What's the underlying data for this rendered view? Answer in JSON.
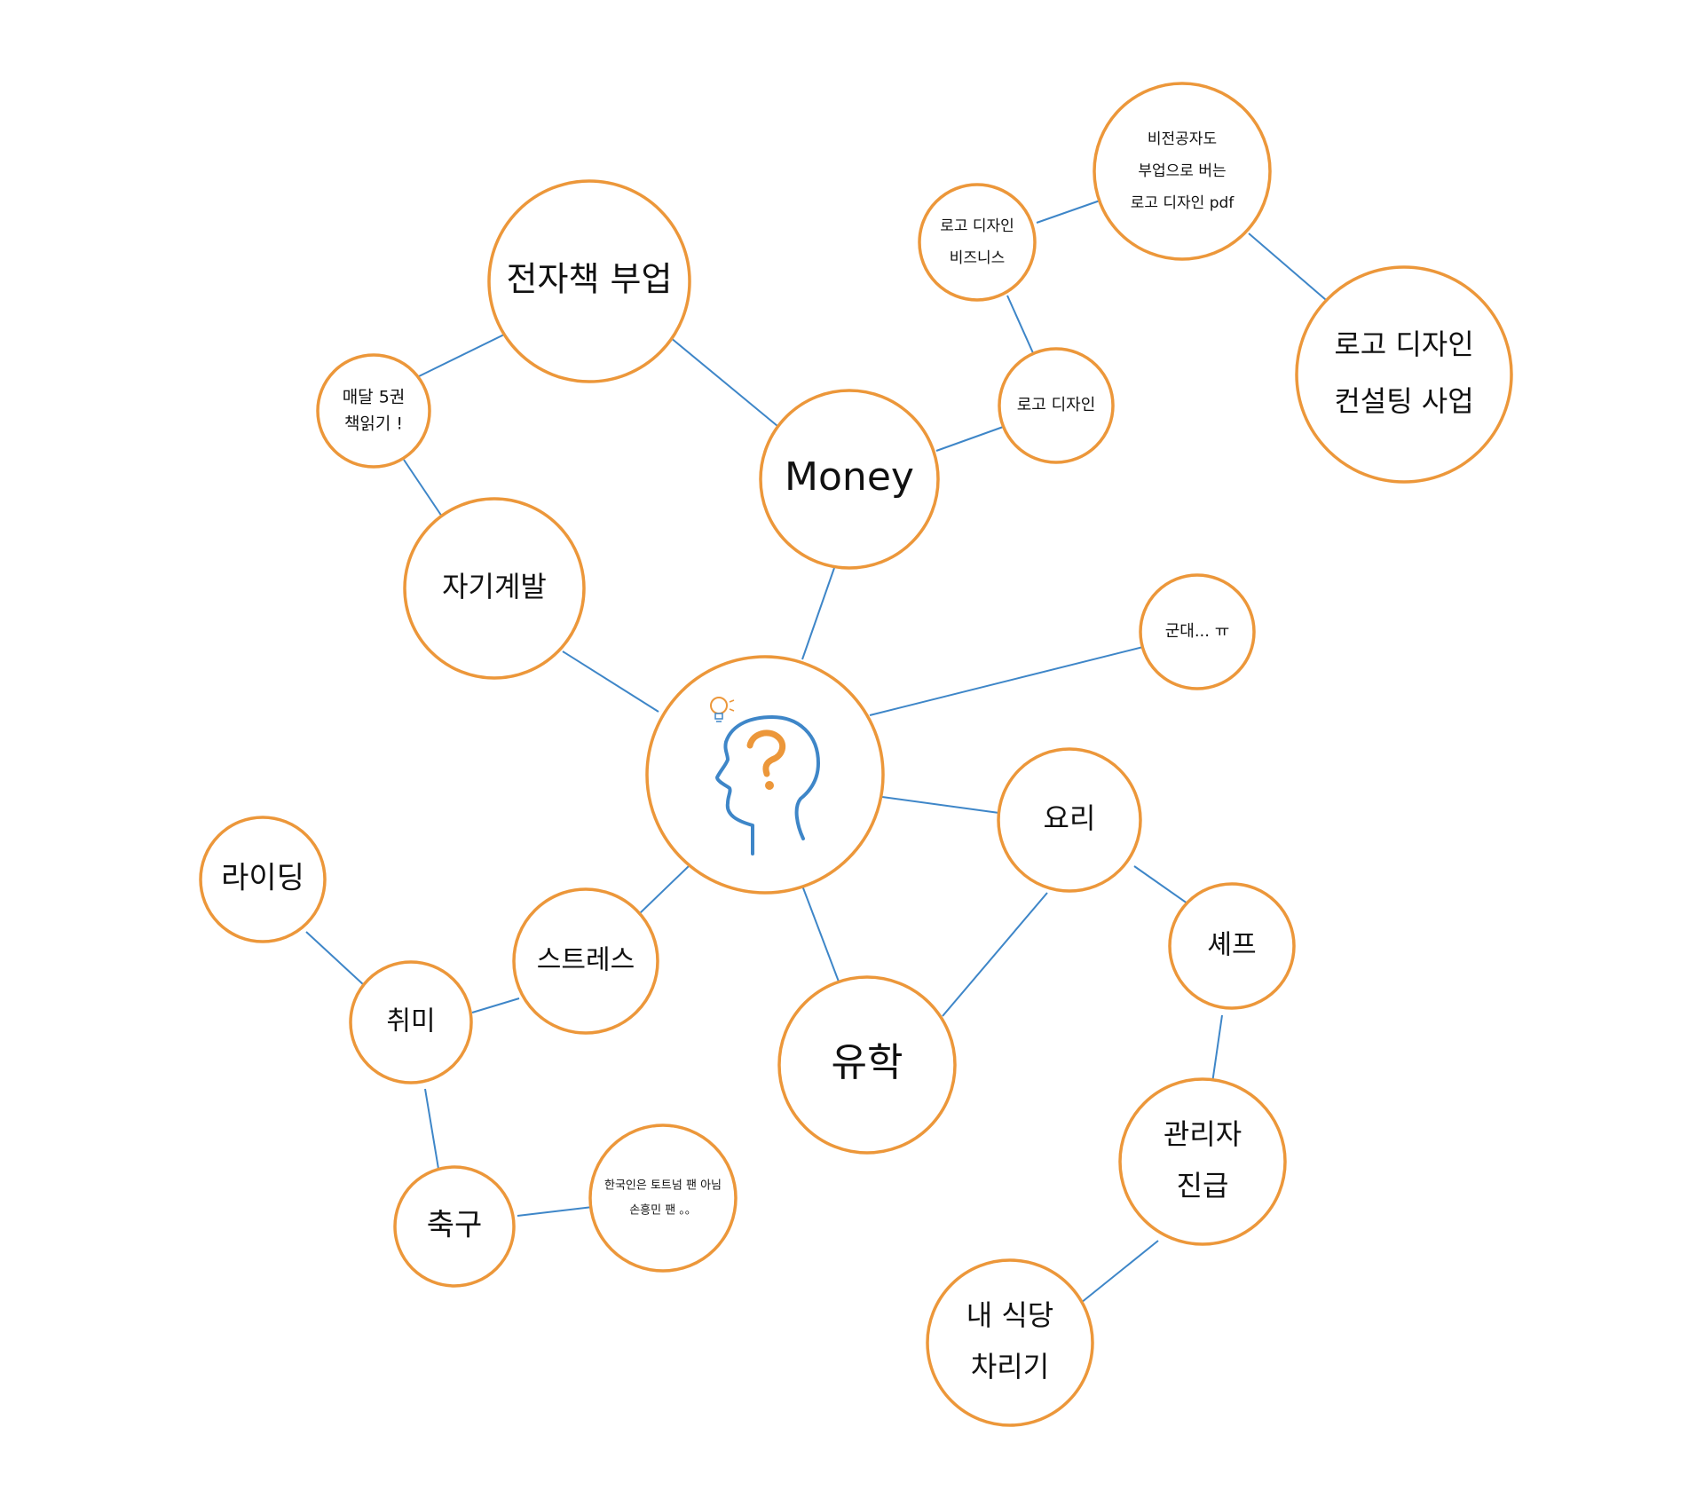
{
  "colors": {
    "node_border": "#ec973a",
    "edge": "#3e86c8",
    "center_icon_head": "#3e86c8",
    "center_icon_question": "#ec973a",
    "text": "#111111"
  },
  "center": {
    "icon": "thinking-head-icon"
  },
  "nodes": {
    "money": {
      "lines": [
        "Money"
      ]
    },
    "ebook": {
      "lines": [
        "전자책 부업"
      ]
    },
    "read_books": {
      "lines": [
        "매달 5권",
        "책읽기 !"
      ]
    },
    "self_dev": {
      "lines": [
        "자기계발"
      ]
    },
    "logo_design": {
      "lines": [
        "로고 디자인"
      ]
    },
    "logo_business": {
      "lines": [
        "로고 디자인",
        "비즈니스"
      ]
    },
    "logo_pdf": {
      "lines": [
        "비전공자도",
        "부업으로 버는",
        "로고 디자인 pdf"
      ]
    },
    "logo_consulting": {
      "lines": [
        "로고 디자인",
        "컨설팅 사업"
      ]
    },
    "military": {
      "lines": [
        "군대... ㅠ"
      ]
    },
    "cooking": {
      "lines": [
        "요리"
      ]
    },
    "chef": {
      "lines": [
        "셰프"
      ]
    },
    "manager": {
      "lines": [
        "관리자",
        "진급"
      ]
    },
    "restaurant": {
      "lines": [
        "내 식당",
        "차리기"
      ]
    },
    "study_abroad": {
      "lines": [
        "유학"
      ]
    },
    "stress": {
      "lines": [
        "스트레스"
      ]
    },
    "hobby": {
      "lines": [
        "취미"
      ]
    },
    "riding": {
      "lines": [
        "라이딩"
      ]
    },
    "soccer": {
      "lines": [
        "축구"
      ]
    },
    "tottenham": {
      "lines": [
        "한국인은 토트넘 팬 아님",
        "손흥민 팬 。。"
      ]
    }
  }
}
